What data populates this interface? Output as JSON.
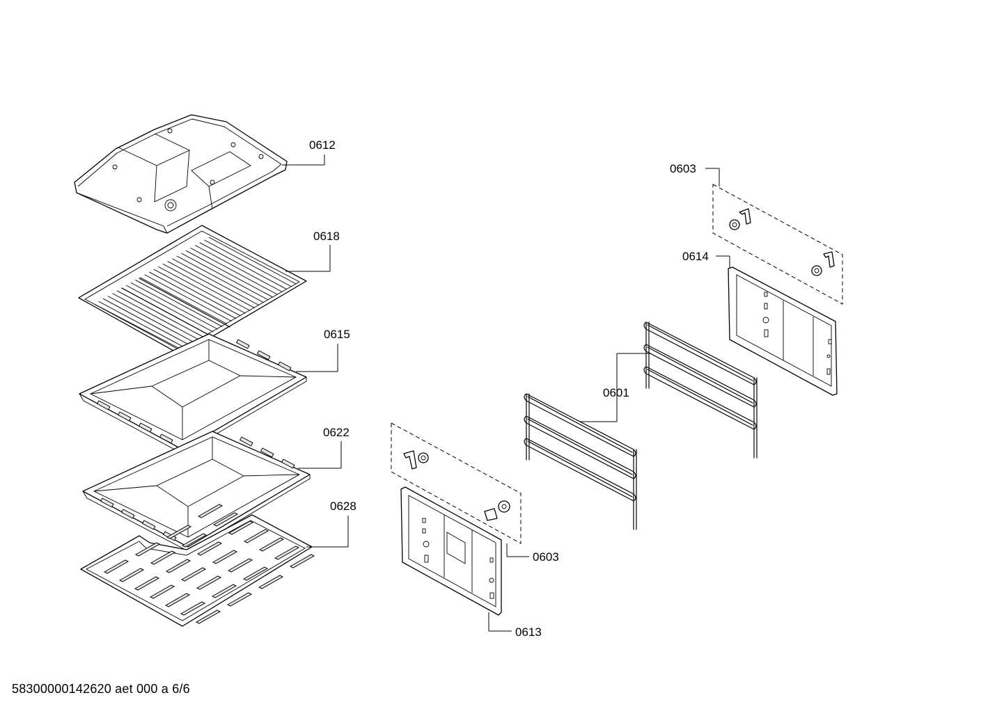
{
  "diagram": {
    "labels": {
      "tray_top": "0612",
      "grid_shelf": "0618",
      "baking_tray": "0615",
      "deep_tray": "0622",
      "grill_insert": "0628",
      "clips_upper": "0603",
      "side_panel_right": "0614",
      "rails": "0601",
      "clips_lower": "0603",
      "side_panel_left": "0613"
    }
  },
  "footer": {
    "document_id": "58300000142620 aet 000 a 6/6"
  }
}
